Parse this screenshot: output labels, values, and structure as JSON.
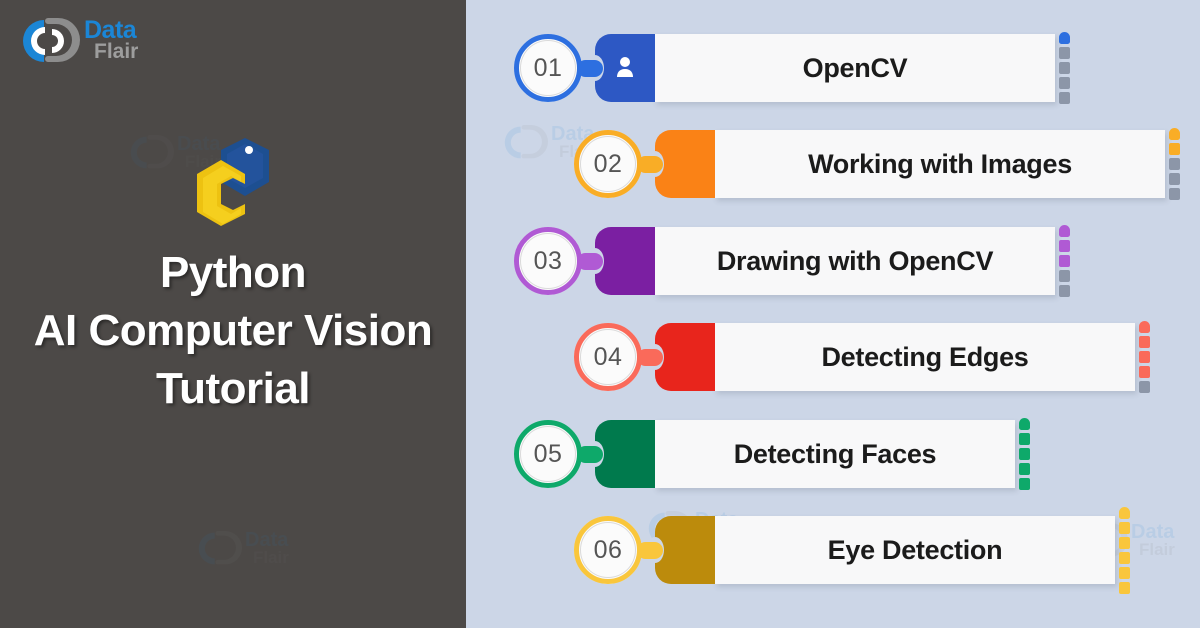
{
  "brand": {
    "name_primary": "Data",
    "name_secondary": "Flair",
    "logo_icon": "dataflair-swirl-logo",
    "primary_color": "#1b86d6",
    "secondary_color": "#9d9d9d"
  },
  "left_panel": {
    "background_color": "#4c4947",
    "python_logo_icon": "python-logo",
    "title_lines": [
      "Python",
      "AI Computer Vision",
      "Tutorial"
    ],
    "title_color": "#ffffff",
    "watermark_text_primary": "Data",
    "watermark_text_secondary": "Flair"
  },
  "right_panel": {
    "background_color": "#ccd6e7",
    "watermark_text_primary": "Data",
    "watermark_text_secondary": "Flair",
    "inactive_dash_color": "#8c96a8",
    "items": [
      {
        "number": "01",
        "label": "OpenCV",
        "accent_color": "#2d6fe0",
        "box_color": "#2d58c4",
        "icon": "user-icon",
        "has_icon": true,
        "dash_total": 5,
        "dash_filled": 1
      },
      {
        "number": "02",
        "label": "Working with Images",
        "accent_color": "#f9ad26",
        "box_color": "#fa8216",
        "icon": "none",
        "has_icon": false,
        "dash_total": 5,
        "dash_filled": 2
      },
      {
        "number": "03",
        "label": "Drawing with OpenCV",
        "accent_color": "#b05ad4",
        "box_color": "#7b1fa2",
        "icon": "none",
        "has_icon": false,
        "dash_total": 5,
        "dash_filled": 3
      },
      {
        "number": "04",
        "label": "Detecting Edges",
        "accent_color": "#fa6a5a",
        "box_color": "#e8251c",
        "icon": "none",
        "has_icon": false,
        "dash_total": 5,
        "dash_filled": 4
      },
      {
        "number": "05",
        "label": "Detecting Faces",
        "accent_color": "#0ea96a",
        "box_color": "#007a4d",
        "icon": "none",
        "has_icon": false,
        "dash_total": 5,
        "dash_filled": 5
      },
      {
        "number": "06",
        "label": "Eye Detection",
        "accent_color": "#f9c63c",
        "box_color": "#bc8b0c",
        "icon": "none",
        "has_icon": false,
        "dash_total": 6,
        "dash_filled": 6
      }
    ]
  }
}
